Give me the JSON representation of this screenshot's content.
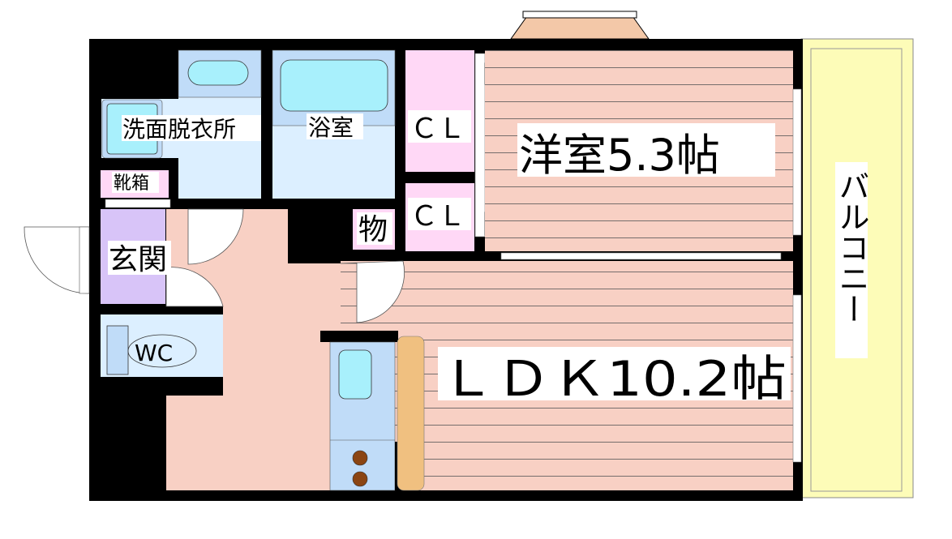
{
  "floorplan": {
    "rooms": {
      "washroom": "洗面脱衣所",
      "bathroom": "浴室",
      "closet_1": "ＣＬ",
      "closet_2": "ＣＬ",
      "bedroom": "洋室5.3帖",
      "shoe_box": "靴箱",
      "storage": "物",
      "entrance": "玄関",
      "toilet": "WC",
      "ldk": "ＬＤＫ10.2帖",
      "balcony": "バルコニー"
    },
    "colors": {
      "wall": "#000000",
      "floor_wood": "#f8d0c4",
      "wet_area": "#dcefff",
      "fixture_blue": "#c0dcf8",
      "fixture_cyan": "#a8f0fc",
      "closet": "#ffd8f6",
      "entrance": "#d8c4f8",
      "balcony": "#fdfcb8",
      "counter": "#f0c080",
      "burner": "#8b4513"
    }
  }
}
